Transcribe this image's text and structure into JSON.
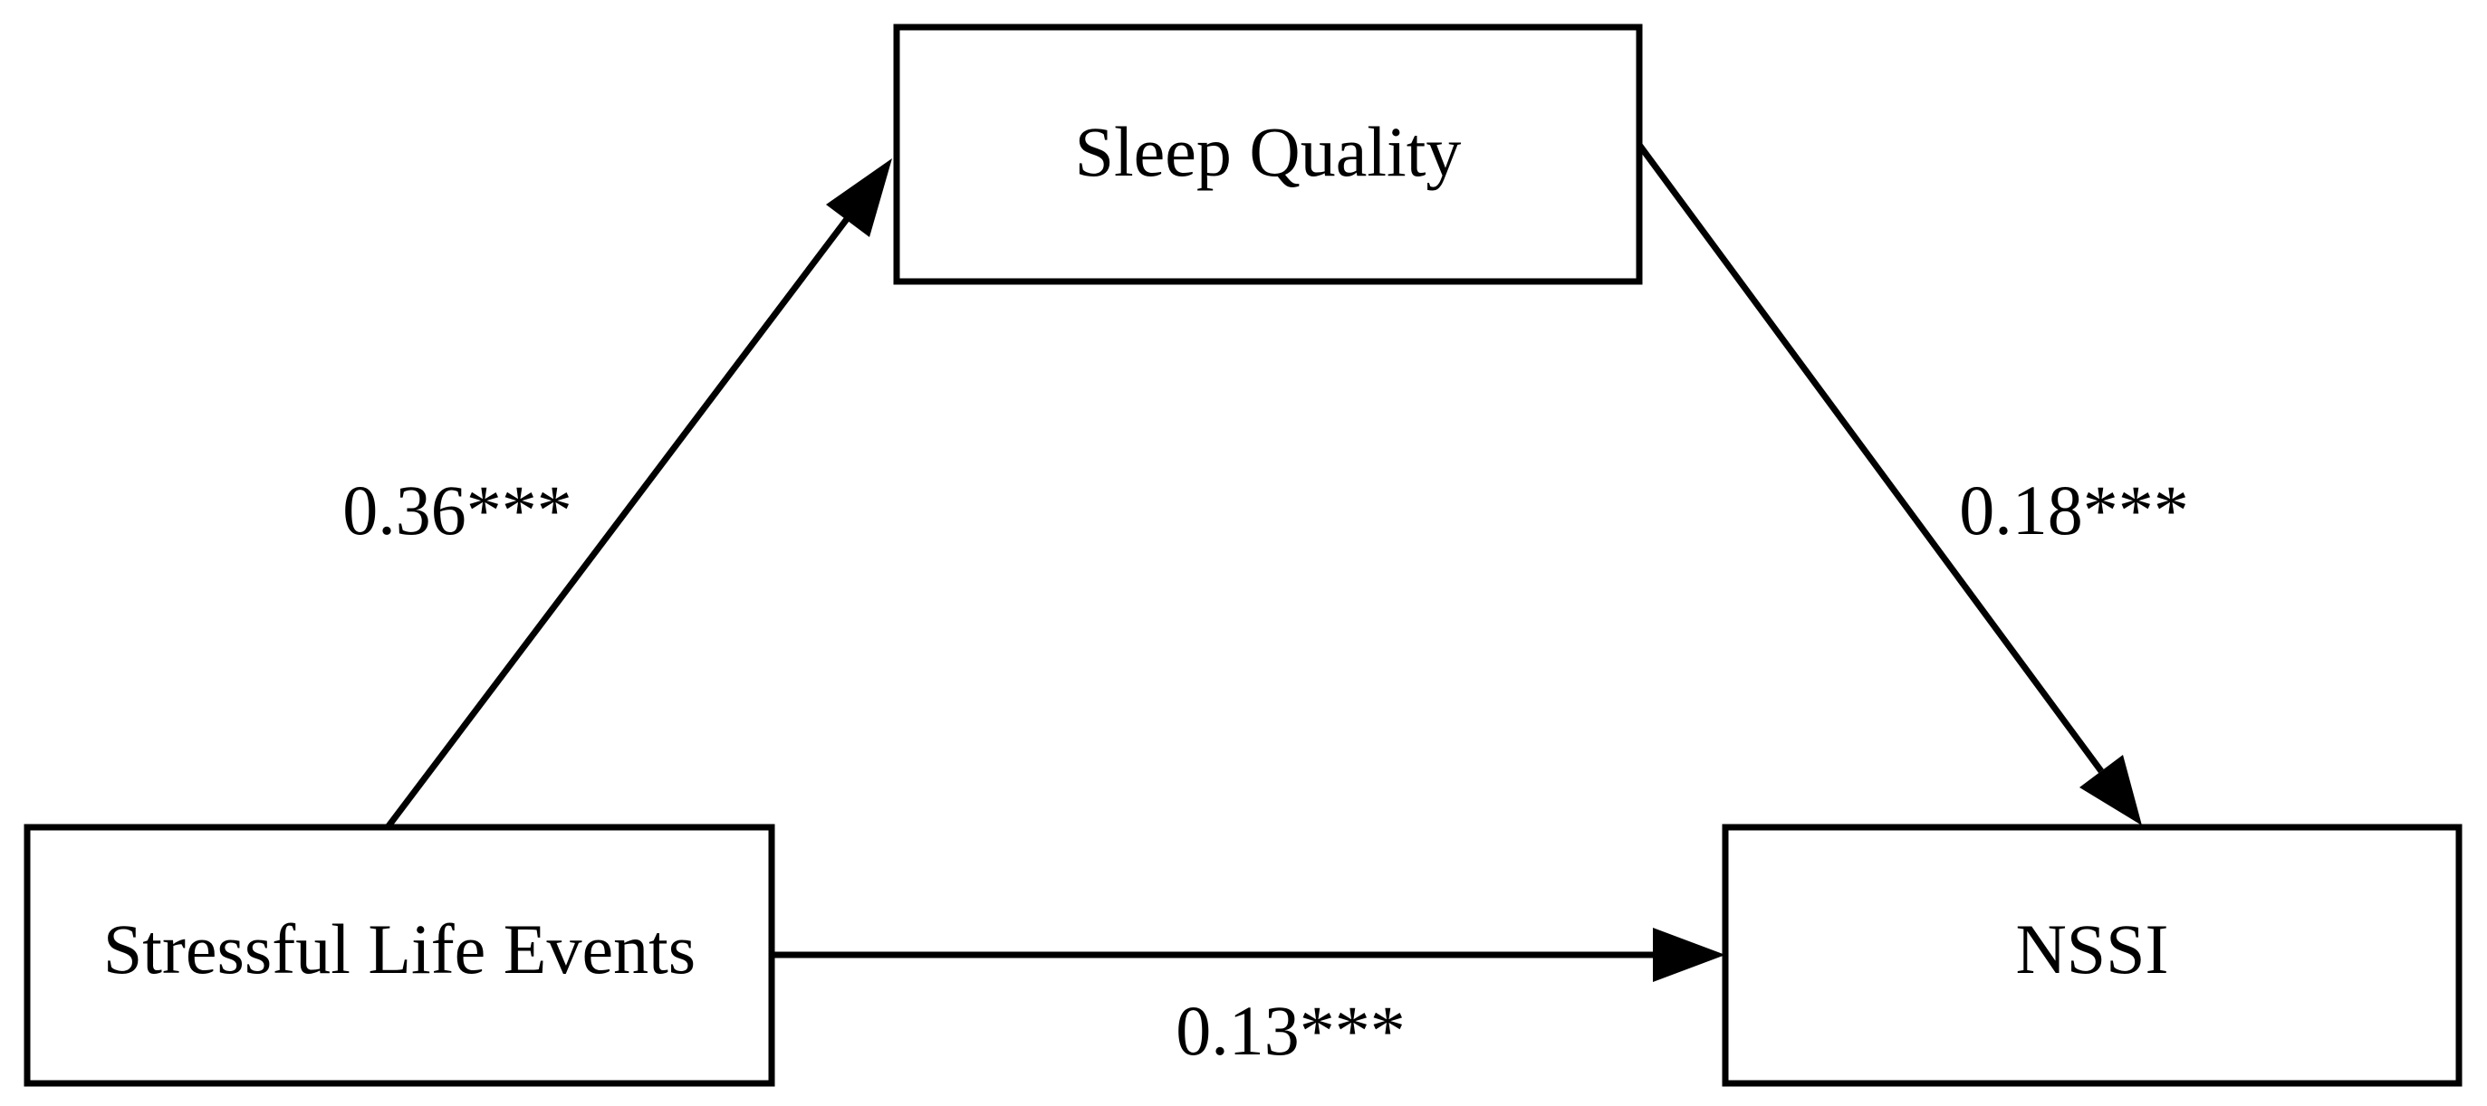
{
  "diagram": {
    "nodes": {
      "sleep_quality": "Sleep Quality",
      "stressful_life_events": "Stressful Life Events",
      "nssi": "NSSI"
    },
    "paths": {
      "a": "0.36***",
      "b": "0.18***",
      "c": "0.13***"
    }
  }
}
